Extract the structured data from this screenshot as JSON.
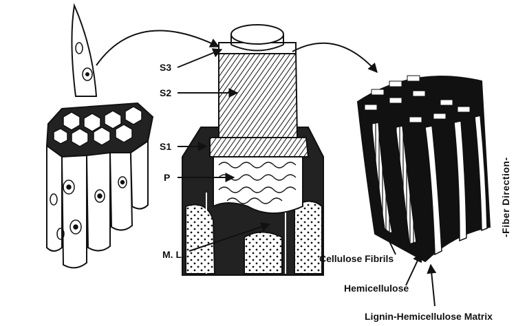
{
  "labels": {
    "s3": "S3",
    "s2": "S2",
    "s1": "S1",
    "p": "P",
    "ml": "M. L.",
    "cellulose_fibrils": "Cellulose Fibrils",
    "hemicellulose": "Hemicellulose",
    "lignin_matrix": "Lignin-Hemicellulose  Matrix",
    "fiber_direction": "-Fiber Direction-"
  }
}
